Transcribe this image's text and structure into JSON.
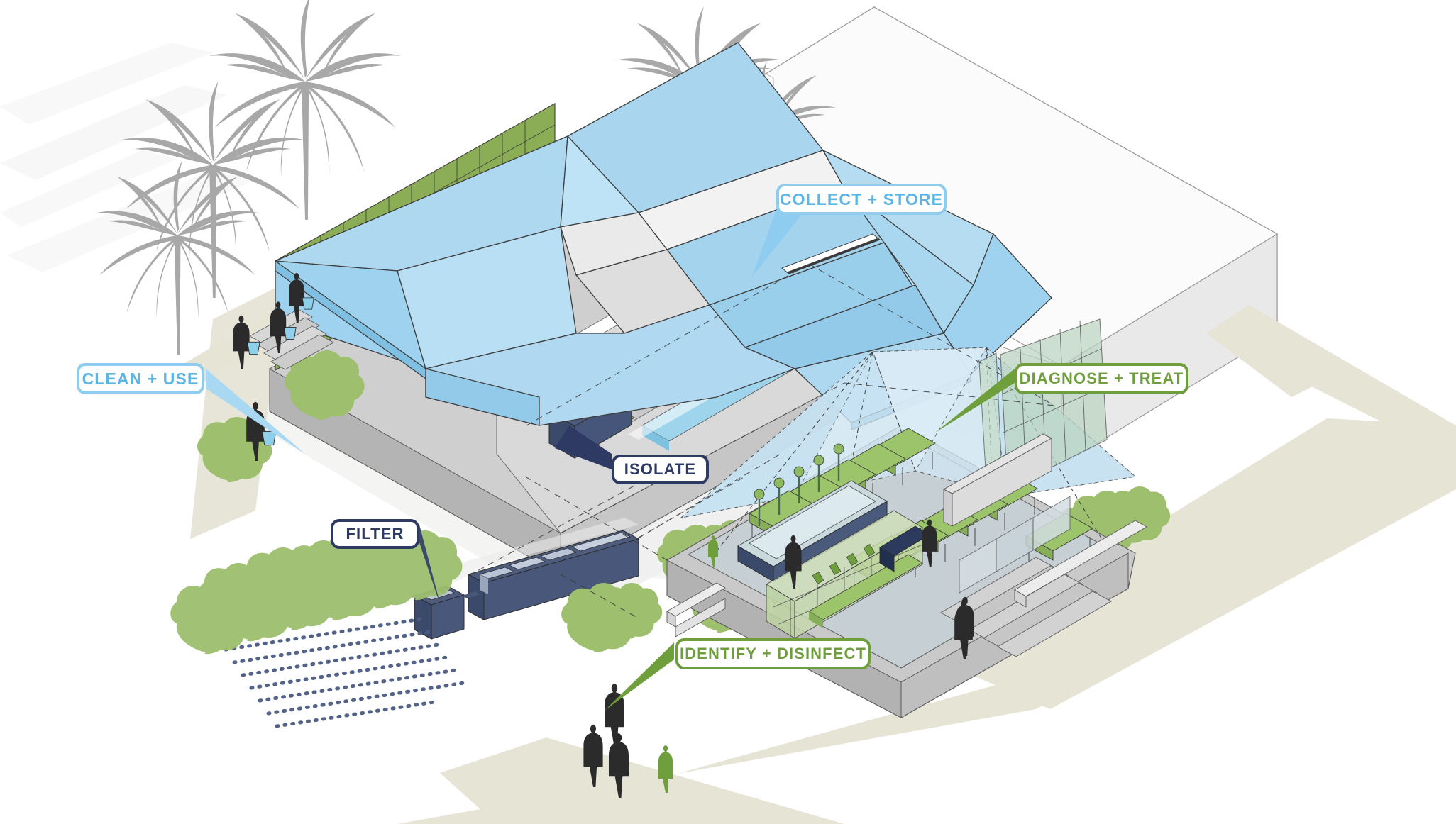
{
  "diagram": {
    "title": "Water treatment and care facility axonometric",
    "type": "architectural-axonometric",
    "background_color": "#ffffff"
  },
  "callouts": [
    {
      "id": "collect-store",
      "label": "COLLECT + STORE",
      "style": "blue",
      "text_color": "#5bb6e6",
      "border_color": "#8ecdf0",
      "pointer_color": "#8ecdf0",
      "points_to": "main-building-roof"
    },
    {
      "id": "clean-use",
      "label": "CLEAN + USE",
      "style": "blue",
      "text_color": "#5bb6e6",
      "border_color": "#8ecdf0",
      "pointer_color": "#a9d9f2",
      "points_to": "entry-walkway-water-carriers"
    },
    {
      "id": "diagnose-treat",
      "label": "DIAGNOSE + TREAT",
      "style": "green",
      "text_color": "#6f9e3c",
      "border_color": "#6f9e3c",
      "pointer_color": "#6f9e3c",
      "points_to": "treatment-pavilion-screen-wall"
    },
    {
      "id": "identify-disinfect",
      "label": "IDENTIFY + DISINFECT",
      "style": "green",
      "text_color": "#6f9e3c",
      "border_color": "#6f9e3c",
      "pointer_color": "#6f9e3c",
      "points_to": "disinfection-wash-station"
    },
    {
      "id": "isolate",
      "label": "ISOLATE",
      "style": "navy",
      "text_color": "#2e3a63",
      "border_color": "#2e3a63",
      "pointer_color": "#2e3a63",
      "points_to": "isolation-tank"
    },
    {
      "id": "filter",
      "label": "FILTER",
      "style": "navy",
      "text_color": "#2e3a63",
      "border_color": "#2e3a63",
      "pointer_color": "#3b4a6b",
      "points_to": "filtration-basins"
    }
  ],
  "palette": {
    "roof_blue_light": "#b6dcf2",
    "roof_blue_mid": "#9fd2ee",
    "roof_blue_dark": "#8cc8e9",
    "roof_blue_pale": "#cfe8f7",
    "green_wall": "#8aad55",
    "green_wall_shade": "#7b9d49",
    "green_table": "#9cc46a",
    "navy_tank": "#3b4a6b",
    "navy_tank_dark": "#2e3a5c",
    "water_blue": "#9ed4ec",
    "canopy_blue": "#cfe6f3",
    "path_beige": "#e6e4d5",
    "ground_gray": "#f0f0ef",
    "concrete_gray": "#bdbdbd",
    "concrete_light": "#d6d6d6",
    "massing_white": "#f4f4f4",
    "tree_gray": "#a8a8a8",
    "shrub_green": "#9dbf6e",
    "figure_dark": "#2b2b2b",
    "figure_green": "#6f9e3c",
    "bucket_blue": "#8ed0ea",
    "outline": "#4a4a4a"
  },
  "scene_elements": {
    "background_massing": "ghosted white neighboring building block",
    "palm_trees": 6,
    "main_building": {
      "roof": "folded-plate butterfly roof, light blue facets",
      "walls": "green gridded living-wall screen",
      "interior": "rows of green-topped treatment tables, water channel"
    },
    "treatment_pavilion": {
      "canopy": "translucent pale blue tensile canopy with dashed edges",
      "screen_wall": "glazed green grid screen",
      "furniture": "rows of green-topped tables, wash basins, storage tank"
    },
    "filtration": {
      "basins": "navy open-top compartmented filtration tanks",
      "infiltration_field": "dotted navy planting/infiltration rows"
    },
    "figures": {
      "water_carriers": 4,
      "pedestrians": 6,
      "highlighted_green_figure": 1
    },
    "site": {
      "paths": "beige pedestrian paths",
      "shrubs": "light green massed shrub planting"
    }
  }
}
